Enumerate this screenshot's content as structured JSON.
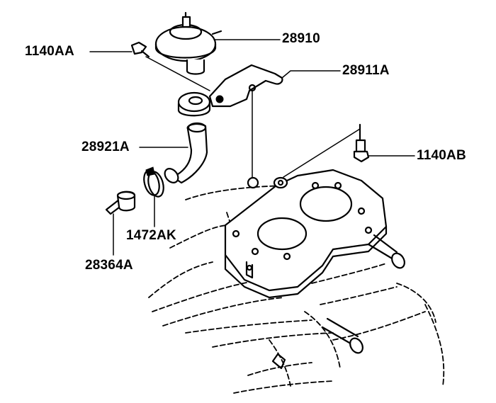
{
  "labels": {
    "p28910": "28910",
    "p1140AA": "1140AA",
    "p28911A": "28911A",
    "p28921A": "28921A",
    "p1140AB": "1140AB",
    "p28364A": "28364A",
    "p1472AK": "1472AK"
  },
  "colors": {
    "ink": "#000000",
    "background": "#ffffff"
  }
}
